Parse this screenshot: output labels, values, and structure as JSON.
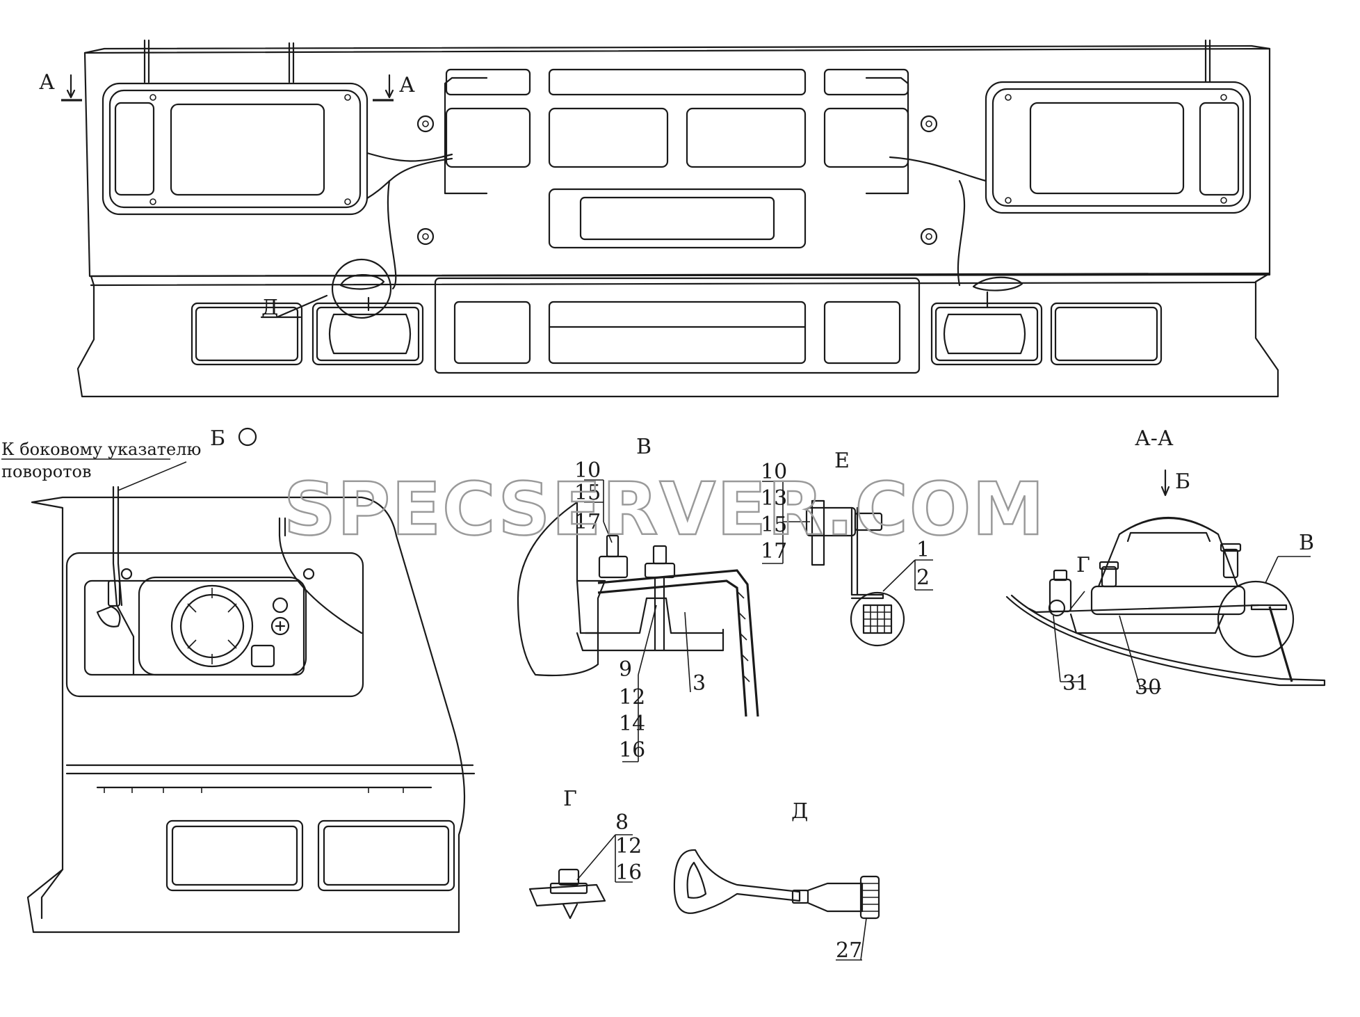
{
  "watermark": "SPECSERVER.COM",
  "views": {
    "section_a_left": "А",
    "section_a_right": "А",
    "view_d_callout": "Д",
    "view_b": "Б",
    "view_v": "В",
    "view_e": "Е",
    "section_aa": "А-А",
    "aa_arrow_b": "Б",
    "aa_v": "В",
    "aa_g": "Г",
    "view_g": "Г",
    "view_d": "Д"
  },
  "note": {
    "line1": "К боковому указателю",
    "line2": "поворотов"
  },
  "callouts": {
    "v": [
      "10",
      "15",
      "17",
      "9",
      "12",
      "14",
      "16",
      "3"
    ],
    "e": [
      "10",
      "13",
      "15",
      "17",
      "1",
      "2"
    ],
    "aa": [
      "31",
      "30"
    ],
    "g": [
      "8",
      "12",
      "16"
    ],
    "d": [
      "27"
    ]
  }
}
